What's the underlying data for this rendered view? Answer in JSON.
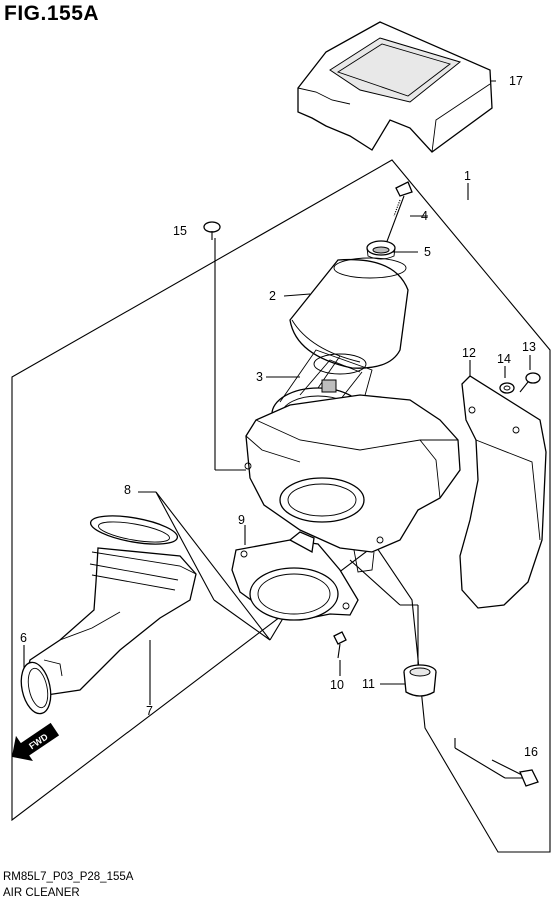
{
  "figure": {
    "title": "FIG.155A",
    "code": "RM85L7_P03_P28_155A",
    "name": "AIR CLEANER"
  },
  "callouts": [
    {
      "id": "c1",
      "label": "1"
    },
    {
      "id": "c2",
      "label": "2"
    },
    {
      "id": "c3",
      "label": "3"
    },
    {
      "id": "c4",
      "label": "4"
    },
    {
      "id": "c5",
      "label": "5"
    },
    {
      "id": "c6",
      "label": "6"
    },
    {
      "id": "c7",
      "label": "7"
    },
    {
      "id": "c8",
      "label": "8"
    },
    {
      "id": "c9",
      "label": "9"
    },
    {
      "id": "c10",
      "label": "10"
    },
    {
      "id": "c11",
      "label": "11"
    },
    {
      "id": "c12",
      "label": "12"
    },
    {
      "id": "c13",
      "label": "13"
    },
    {
      "id": "c14",
      "label": "14"
    },
    {
      "id": "c15",
      "label": "15"
    },
    {
      "id": "c16",
      "label": "16"
    },
    {
      "id": "c17",
      "label": "17"
    }
  ],
  "direction_badge": "FWD"
}
